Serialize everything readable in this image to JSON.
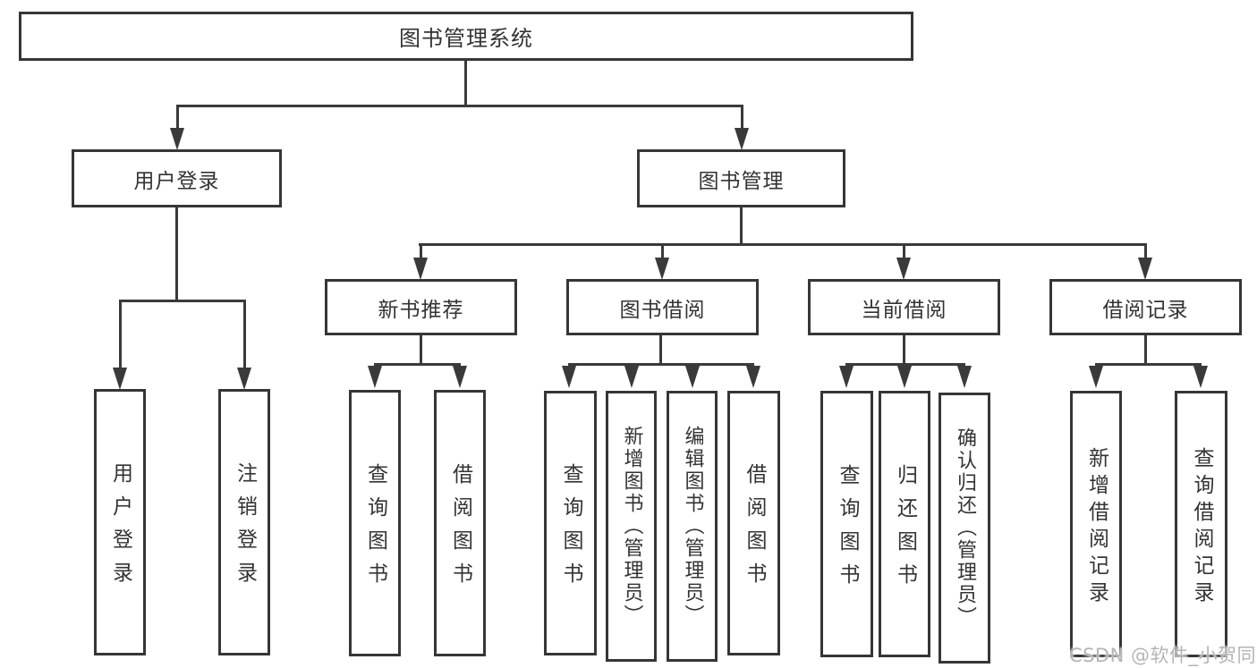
{
  "diagram": {
    "root": {
      "label": "图书管理系统"
    },
    "branches": [
      {
        "label": "用户登录",
        "children": [
          {
            "label": "用户登录"
          },
          {
            "label": "注销登录"
          }
        ]
      },
      {
        "label": "图书管理",
        "children": [
          {
            "label": "新书推荐",
            "children": [
              {
                "label": "查询图书"
              },
              {
                "label": "借阅图书"
              }
            ]
          },
          {
            "label": "图书借阅",
            "children": [
              {
                "label": "查询图书"
              },
              {
                "label": "新增图书（管理员）"
              },
              {
                "label": "编辑图书（管理员）"
              },
              {
                "label": "借阅图书"
              }
            ]
          },
          {
            "label": "当前借阅",
            "children": [
              {
                "label": "查询图书"
              },
              {
                "label": "归还图书"
              },
              {
                "label": "确认归还（管理员）"
              }
            ]
          },
          {
            "label": "借阅记录",
            "children": [
              {
                "label": "新增借阅记录"
              },
              {
                "label": "查询借阅记录"
              }
            ]
          }
        ]
      }
    ]
  },
  "watermark": {
    "text": "CSDN @软件_小贺同学"
  },
  "colors": {
    "line": "#3a3a3a",
    "border": "#363636",
    "text": "#333333",
    "watermark": "#b5b5b5",
    "background": "#ffffff"
  }
}
